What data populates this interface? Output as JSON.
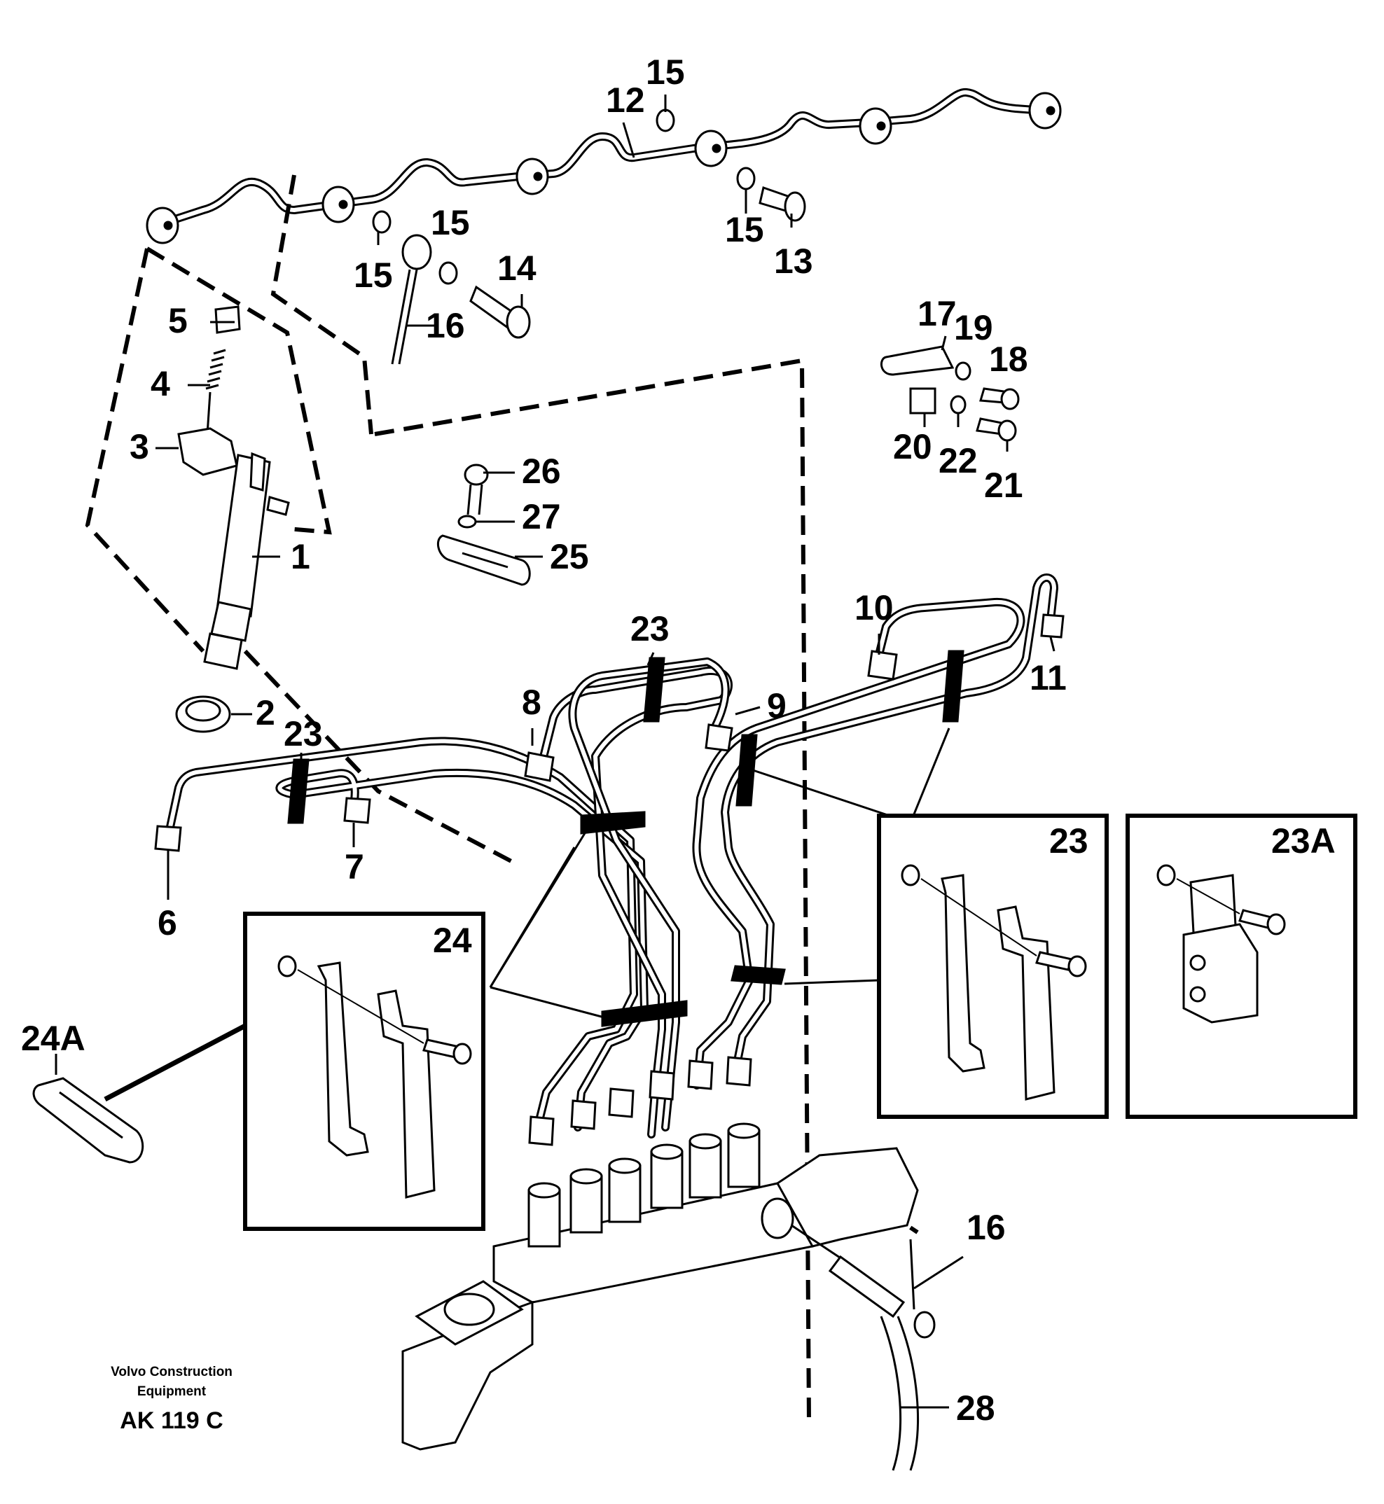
{
  "callouts": {
    "c1": "1",
    "c2": "2",
    "c3": "3",
    "c4": "4",
    "c5": "5",
    "c6": "6",
    "c7": "7",
    "c8": "8",
    "c9": "9",
    "c10": "10",
    "c11": "11",
    "c12": "12",
    "c13": "13",
    "c14": "14",
    "c15a": "15",
    "c15b": "15",
    "c15c": "15",
    "c15d": "15",
    "c16a": "16",
    "c16b": "16",
    "c17": "17",
    "c18": "18",
    "c19": "19",
    "c20": "20",
    "c21": "21",
    "c22": "22",
    "c23a": "23",
    "c23b": "23",
    "c24a": "24A",
    "c25": "25",
    "c26": "26",
    "c27": "27",
    "c28": "28"
  },
  "detail_boxes": {
    "box24": "24",
    "box23": "23",
    "box23a": "23A"
  },
  "caption": {
    "line1": "Volvo Construction",
    "line2": "Equipment",
    "code": "AK 119 C"
  },
  "icons": {
    "injector": "injector-icon",
    "pump": "injection-pump-icon",
    "clamp": "pipe-clamp-icon",
    "bolt": "bolt-icon"
  }
}
